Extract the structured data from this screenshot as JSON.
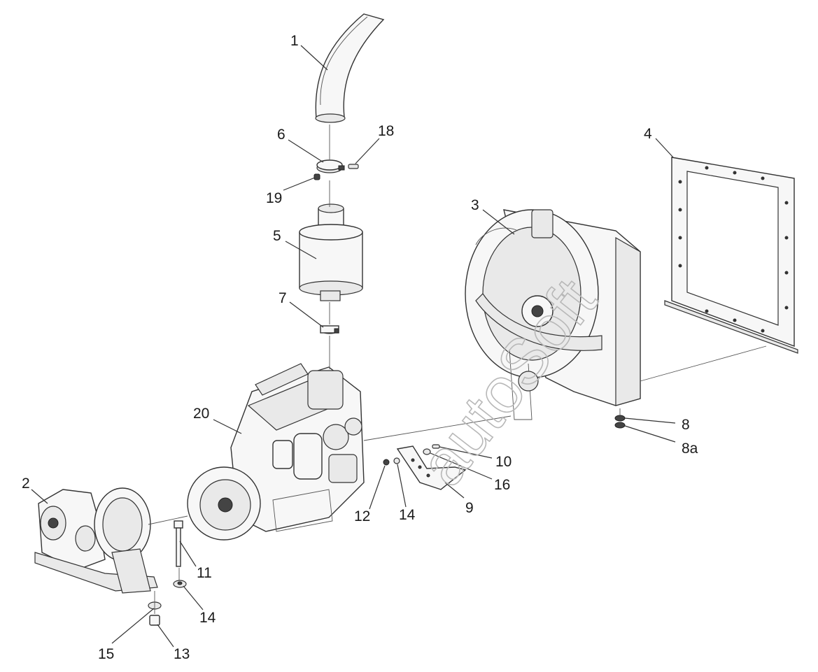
{
  "diagram": {
    "labels": {
      "l1": "1",
      "l2": "2",
      "l3": "3",
      "l4": "4",
      "l5": "5",
      "l6": "6",
      "l7": "7",
      "l8": "8",
      "l8a": "8a",
      "l9": "9",
      "l10": "10",
      "l11": "11",
      "l12": "12",
      "l13": "13",
      "l14a": "14",
      "l14b": "14",
      "l15": "15",
      "l16": "16",
      "l18": "18",
      "l19": "19",
      "l20": "20"
    },
    "watermark": "autoSoft"
  }
}
